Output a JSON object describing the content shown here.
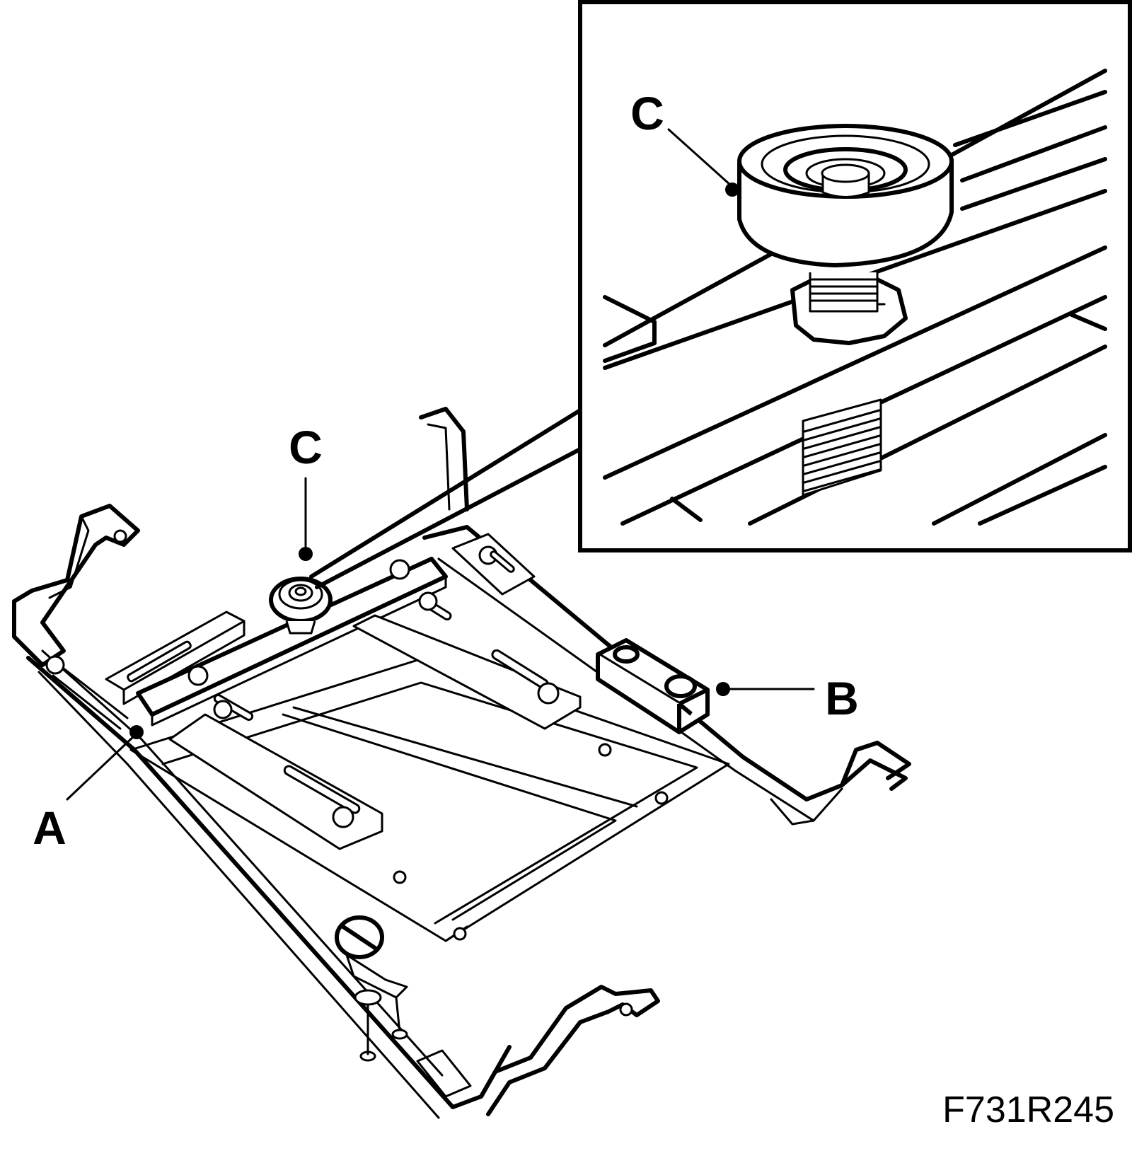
{
  "callouts": {
    "a": "A",
    "b": "B",
    "c_main": "C",
    "c_detail": "C"
  },
  "figure_code": "F731R245"
}
